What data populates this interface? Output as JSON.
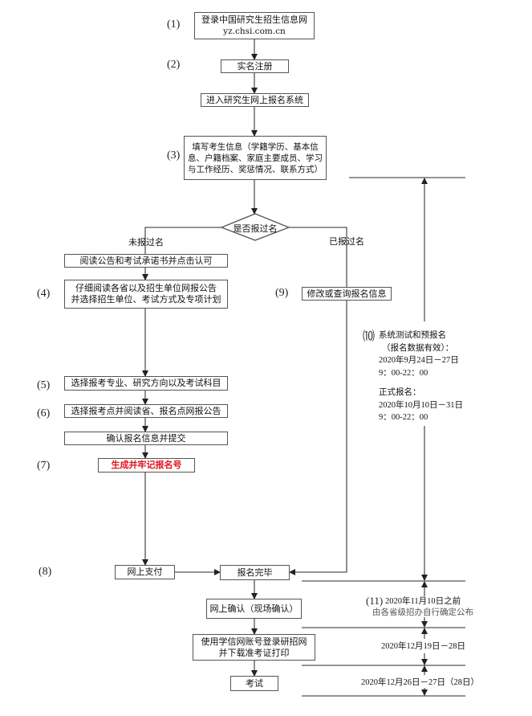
{
  "steps": {
    "s1": "(1)",
    "s2": "(2)",
    "s3": "(3)",
    "s4": "(4)",
    "s5": "(5)",
    "s6": "(6)",
    "s7": "(7)",
    "s8": "(8)",
    "s9": "(9)",
    "s10": "⑽",
    "s11": "(11)"
  },
  "boxes": {
    "login_line1": "登录中国研究生招生信息网",
    "login_line2": "yz.chsi.com.cn",
    "register": "实名注册",
    "enter_system": "进入研究生网上报名系统",
    "fill_info_line1": "填写考生信息（学籍学历、基本信",
    "fill_info_line2": "息、户籍档案、家庭主要成员、学习",
    "fill_info_line3": "与工作经历、奖惩情况、联系方式）",
    "read_notice": "阅读公告和考试承诺书并点击认可",
    "read_unit_line1": "仔细阅读各省以及招生单位网报公告",
    "read_unit_line2": "并选择招生单位、考试方式及专项计划",
    "select_major": "选择报考专业、研究方向以及考试科目",
    "select_site": "选择报考点并阅读省、报名点网报公告",
    "confirm_submit": "确认报名信息并提交",
    "generate_number": "生成并牢记报名号",
    "pay_online": "网上支付",
    "registration_done": "报名完毕",
    "online_confirm": "网上确认（现场确认）",
    "download_line1": "使用学信网账号登录研招网",
    "download_line2": "并下载准考证打印",
    "exam": "考试",
    "modify_query": "修改或查询报名信息"
  },
  "decision": {
    "question": "是否报过名",
    "no_label": "未报过名",
    "yes_label": "已报过名"
  },
  "timeline": {
    "test_title": "系统测试和预报名",
    "test_note": "（报名数据有效）：",
    "test_date": "2020年9月24日－27日",
    "test_time": "9：00-22：00",
    "formal_title": "正式报名：",
    "formal_date": "2020年10月10日－31日",
    "formal_time": "9：00-22：00",
    "confirm_deadline": "2020年11月10日之前",
    "confirm_note": "由各省级招办自行确定公布",
    "print_period": "2020年12月19日－28日",
    "exam_period": "2020年12月26日－27日（28日）"
  },
  "colors": {
    "line": "#555555",
    "highlight": "#e3121b",
    "text": "#111111"
  }
}
